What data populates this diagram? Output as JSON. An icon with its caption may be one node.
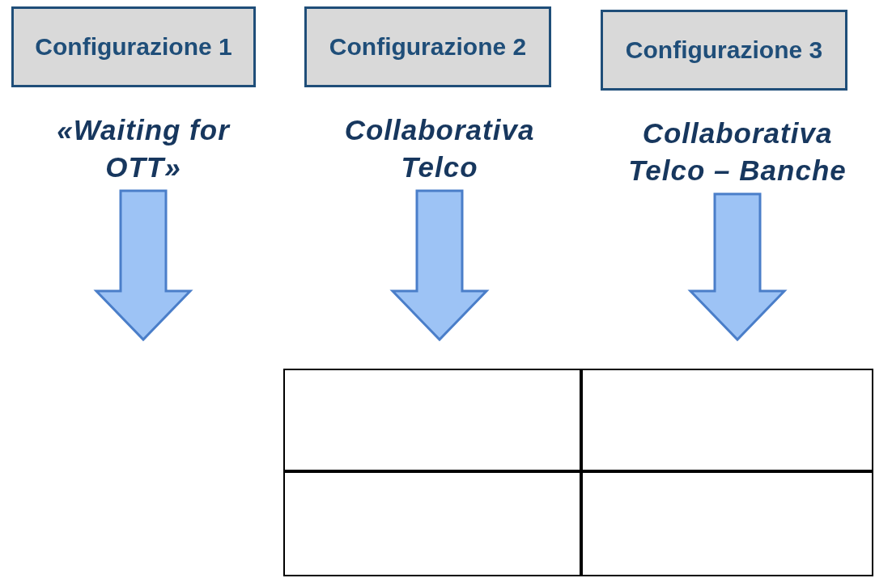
{
  "diagram": {
    "nodes": [
      {
        "text": [
          "Configurazione 1"
        ]
      },
      {
        "text": [
          "Configurazione 2"
        ]
      },
      {
        "text": [
          "Configurazione 3"
        ]
      },
      {
        "text": [
          "«Waiting for OTT»"
        ]
      },
      {
        "text": [
          "Collaborativa Telco"
        ]
      },
      {
        "text": [
          "Collaborativa Telco – Banche"
        ]
      },
      {
        "text": [],
        "shape": "box"
      },
      {
        "text": [],
        "shape": "box"
      },
      {
        "text": [],
        "shape": "box"
      },
      {
        "text": [],
        "shape": "box"
      }
    ],
    "edges": [
      {
        "from": 3,
        "to": null,
        "arrow": "to"
      },
      {
        "from": 4,
        "to": 6,
        "arrow": "to"
      },
      {
        "from": 5,
        "to": 7,
        "arrow": "to"
      }
    ]
  }
}
